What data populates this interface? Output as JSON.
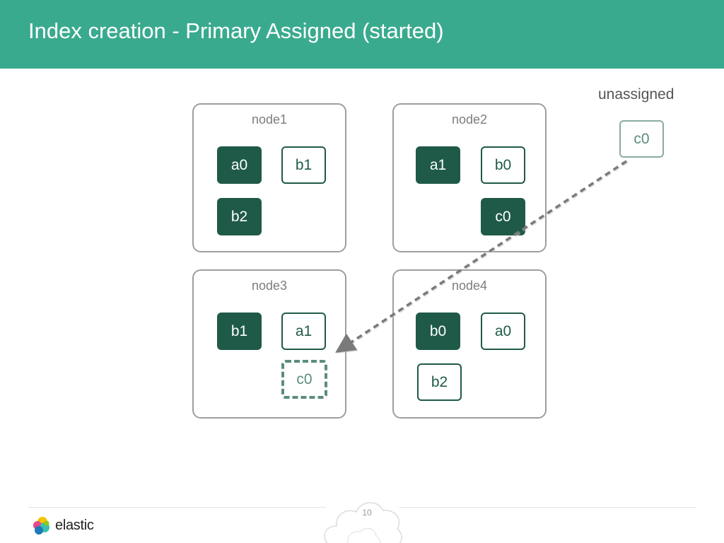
{
  "slide": {
    "title": "Index creation - Primary Assigned (started)",
    "page_number": "10"
  },
  "nodes": [
    {
      "label": "node1",
      "shards": [
        {
          "label": "a0",
          "state": "primary"
        },
        {
          "label": "b1",
          "state": "replica"
        },
        {
          "label": "b2",
          "state": "primary"
        }
      ]
    },
    {
      "label": "node2",
      "shards": [
        {
          "label": "a1",
          "state": "primary"
        },
        {
          "label": "b0",
          "state": "replica"
        },
        {
          "label": "c0",
          "state": "primary"
        }
      ]
    },
    {
      "label": "node3",
      "shards": [
        {
          "label": "b1",
          "state": "primary"
        },
        {
          "label": "a1",
          "state": "replica"
        },
        {
          "label": "c0",
          "state": "initializing"
        }
      ]
    },
    {
      "label": "node4",
      "shards": [
        {
          "label": "b0",
          "state": "primary"
        },
        {
          "label": "a0",
          "state": "replica"
        },
        {
          "label": "b2",
          "state": "replica"
        }
      ]
    }
  ],
  "unassigned": {
    "label": "unassigned",
    "shard": "c0"
  },
  "logo": {
    "text": "elastic"
  },
  "colors": {
    "header": "#3aaa8f",
    "primary_shard": "#1f5a48",
    "initializing_shard": "#5b8c7e",
    "node_border": "#9e9e9e",
    "arrow": "#7a7a7a"
  }
}
